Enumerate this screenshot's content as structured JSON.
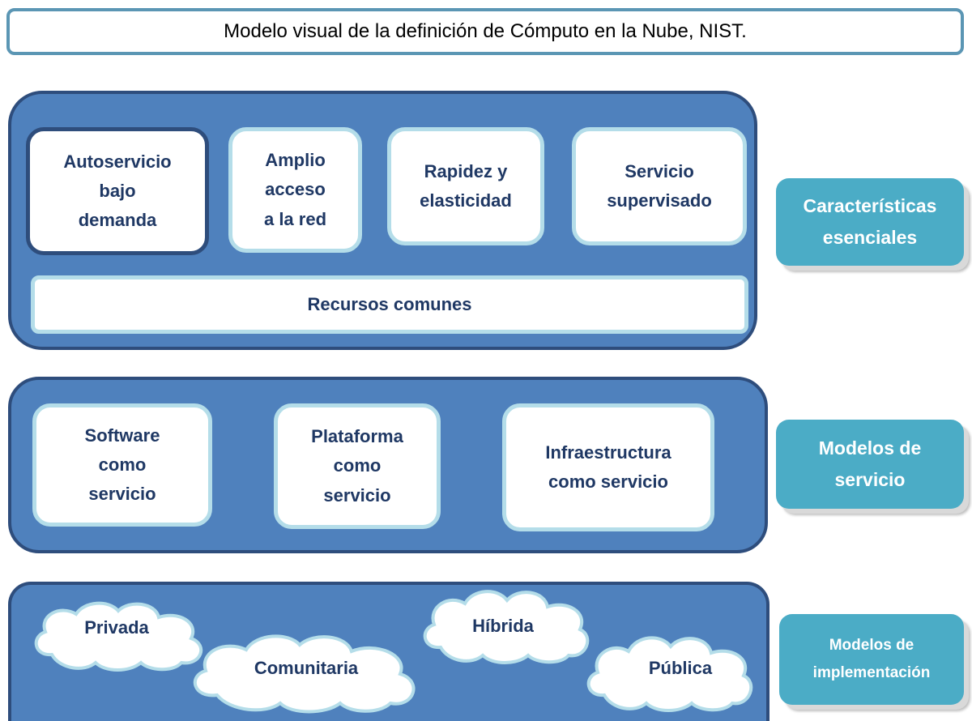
{
  "title": "Modelo visual de la definición de Cómputo en la Nube, NIST.",
  "characteristics": {
    "items": [
      "Autoservicio\nbajo\ndemanda",
      "Amplio\nacceso\na la red",
      "Rapidez y\nelasticidad",
      "Servicio\nsupervisado"
    ],
    "common": "Recursos comunes",
    "label": "Características\nesenciales"
  },
  "service_models": {
    "items": [
      "Software\ncomo\nservicio",
      "Plataforma\ncomo\nservicio",
      "Infraestructura\ncomo servicio"
    ],
    "label": "Modelos de\nservicio"
  },
  "deployment_models": {
    "items": [
      "Privada",
      "Comunitaria",
      "Híbrida",
      "Pública"
    ],
    "label": "Modelos de\nimplementación"
  },
  "colors": {
    "panel": "#4f81bd",
    "panel_border": "#2e4d7c",
    "card_border": "#b4dde9",
    "side_label": "#4bacc6",
    "text_dark": "#1f3864"
  }
}
